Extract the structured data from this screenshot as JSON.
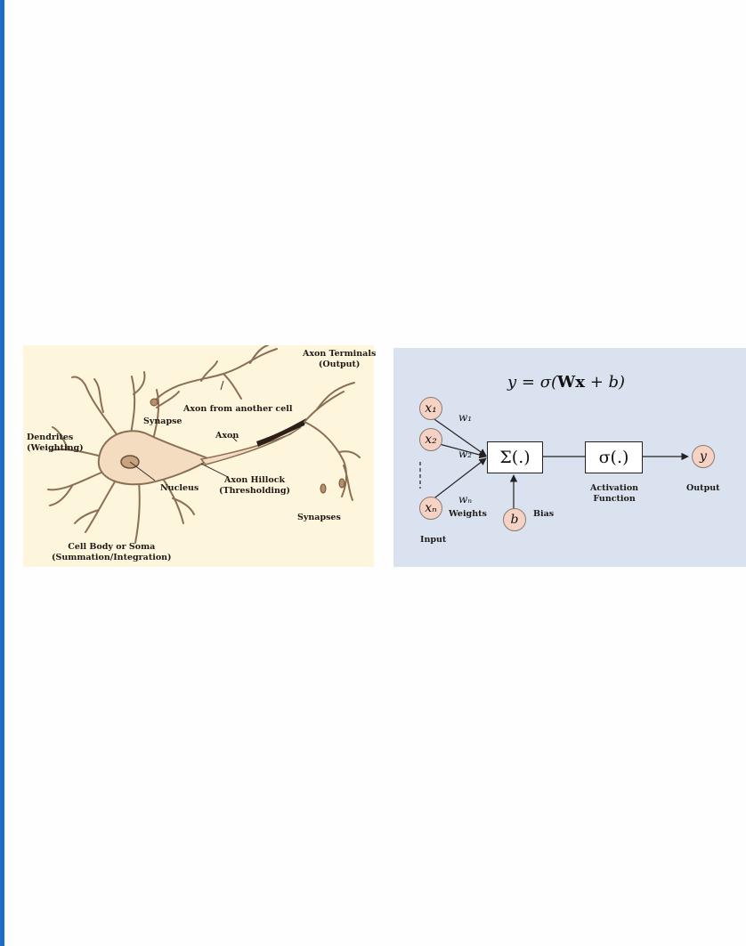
{
  "neuron": {
    "axon_terminals": "Axon Terminals",
    "axon_terminals_sub": "(Output)",
    "axon_from_another_cell": "Axon from another cell",
    "synapse": "Synapse",
    "axon": "Axon",
    "dendrites": "Dendrites",
    "dendrites_sub": "(Weighting)",
    "nucleus": "Nucleus",
    "axon_hillock": "Axon Hillock",
    "axon_hillock_sub": "(Thresholding)",
    "synapses": "Synapses",
    "cell_body": "Cell Body or Soma",
    "cell_body_sub": "(Summation/Integration)"
  },
  "perceptron": {
    "formula": "y = σ(Wx + b)",
    "formula_y": "y",
    "formula_eq": " = σ(",
    "formula_w": "Wx",
    "formula_rest": " + b)",
    "inputs": [
      {
        "node": "x₁",
        "weight": "w₁"
      },
      {
        "node": "x₂",
        "weight": "w₂"
      },
      {
        "node": "xₙ",
        "weight": "wₙ"
      }
    ],
    "weights_label": "Weights",
    "input_label": "Input",
    "bias_node": "b",
    "bias_label": "Bias",
    "sum_box": "Σ(.)",
    "activation_box": "σ(.)",
    "activation_label_1": "Activation",
    "activation_label_2": "Function",
    "output_node": "y",
    "output_label": "Output"
  },
  "colors": {
    "accent_bar": "#1a6fc4",
    "neuron_bg": "#fdf6dc",
    "cell_fill": "#f3dcc0",
    "perceptron_bg": "#d9e2ee",
    "node_fill": "#f6d2c4"
  }
}
